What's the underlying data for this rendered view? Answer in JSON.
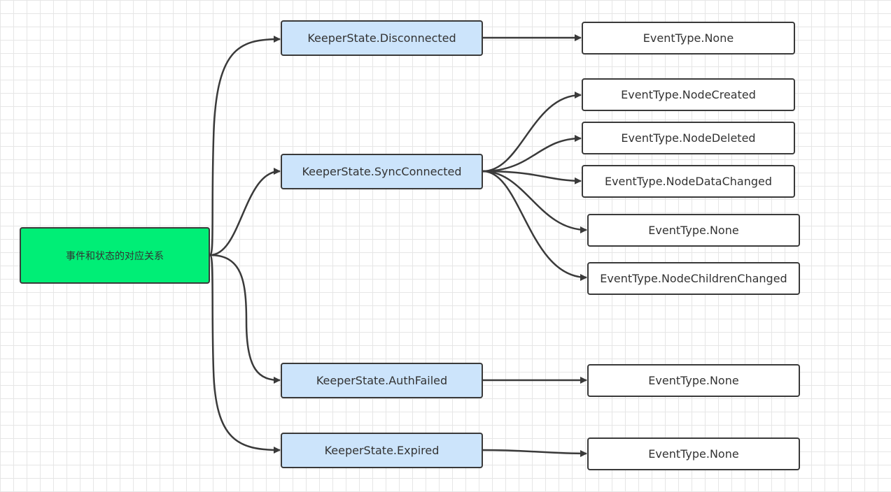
{
  "root": {
    "label": "事件和状态的对应关系"
  },
  "states": [
    {
      "label": "KeeperState.Disconnected",
      "events": [
        "EventType.None"
      ]
    },
    {
      "label": "KeeperState.SyncConnected",
      "events": [
        "EventType.NodeCreated",
        "EventType.NodeDeleted",
        "EventType.NodeDataChanged",
        "EventType.None",
        "EventType.NodeChildrenChanged"
      ]
    },
    {
      "label": "KeeperState.AuthFailed",
      "events": [
        "EventType.None"
      ]
    },
    {
      "label": "KeeperState.Expired",
      "events": [
        "EventType.None"
      ]
    }
  ],
  "colors": {
    "root_fill": "#00ee76",
    "state_fill": "#cce4fb",
    "event_fill": "#ffffff",
    "stroke": "#3a3a3a"
  }
}
